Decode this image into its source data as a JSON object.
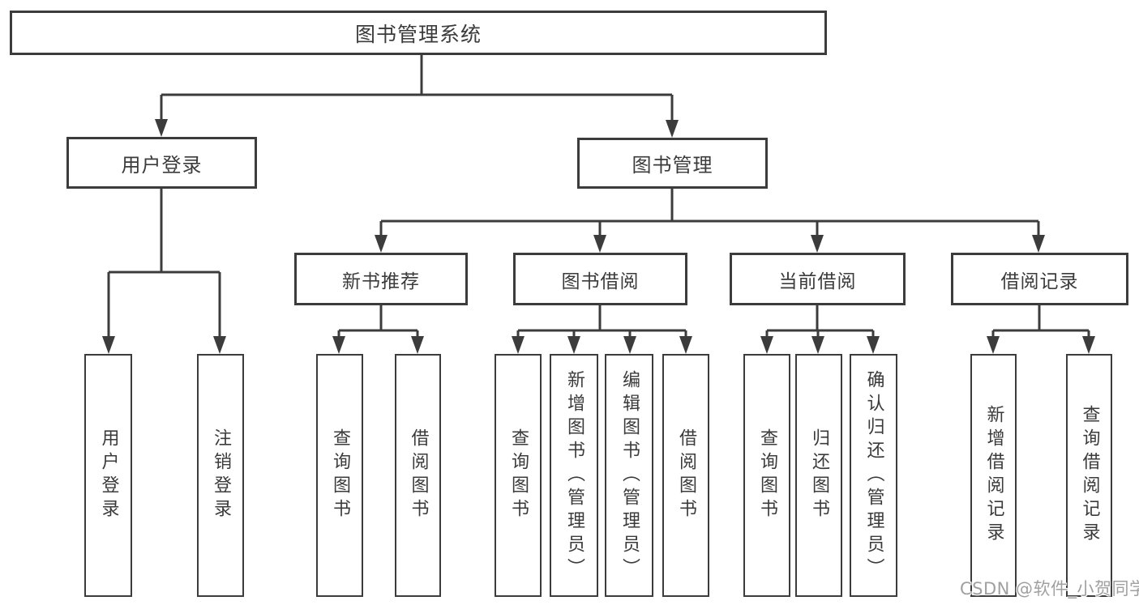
{
  "diagram_title": "图书管理系统",
  "nodes": {
    "root": {
      "label": "图书管理系统"
    },
    "user_login": {
      "label": "用户登录"
    },
    "book_mgmt": {
      "label": "图书管理"
    },
    "sub": [
      {
        "label": "新书推荐"
      },
      {
        "label": "图书借阅"
      },
      {
        "label": "当前借阅"
      },
      {
        "label": "借阅记录"
      }
    ],
    "leaves": [
      {
        "label": "用户登录"
      },
      {
        "label": "注销登录"
      },
      {
        "label": "查询图书"
      },
      {
        "label": "借阅图书"
      },
      {
        "label": "查询图书"
      },
      {
        "label": "新增图书（管理员）"
      },
      {
        "label": "编辑图书（管理员）"
      },
      {
        "label": "借阅图书"
      },
      {
        "label": "查询图书"
      },
      {
        "label": "归还图书"
      },
      {
        "label": "确认归还（管理员）"
      },
      {
        "label": "新增借阅记录"
      },
      {
        "label": "查询借阅记录"
      }
    ]
  },
  "hierarchy": {
    "图书管理系统": [
      "用户登录",
      "图书管理"
    ],
    "用户登录": [
      "用户登录",
      "注销登录"
    ],
    "图书管理": [
      "新书推荐",
      "图书借阅",
      "当前借阅",
      "借阅记录"
    ],
    "新书推荐": [
      "查询图书",
      "借阅图书"
    ],
    "图书借阅": [
      "查询图书",
      "新增图书（管理员）",
      "编辑图书（管理员）",
      "借阅图书"
    ],
    "当前借阅": [
      "查询图书",
      "归还图书",
      "确认归还（管理员）"
    ],
    "借阅记录": [
      "新增借阅记录",
      "查询借阅记录"
    ]
  },
  "watermark": {
    "text": "CSDN @软件_小贺同学"
  },
  "colors": {
    "line": "#3c3c3c",
    "box_border": "#3c3c3c",
    "text": "#3b3b3b",
    "background": "#ffffff",
    "watermark": "#a0a0a0"
  }
}
